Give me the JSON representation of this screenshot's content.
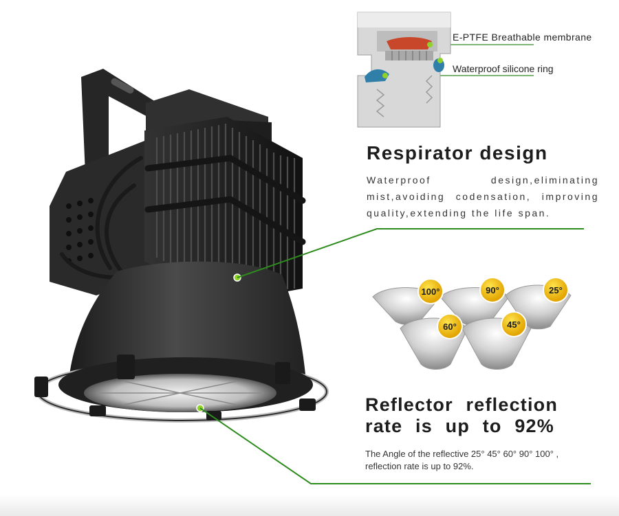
{
  "callouts": {
    "membrane_label": "E-PTFE Breathable membrane",
    "ring_label": "Waterproof silicone ring"
  },
  "respirator": {
    "title": "Respirator design",
    "body": "Waterproof design,eliminating mist,avoiding codensation, improving quality,extending the life span."
  },
  "reflector": {
    "title": "Reflector reflection rate is up to 92%",
    "body": "The Angle of the reflective 25° 45° 60° 90° 100° , reflection rate is up to 92%.",
    "angle_badges": [
      "100°",
      "90°",
      "25°",
      "60°",
      "45°"
    ]
  },
  "colors": {
    "accent_green": "#2e8b1e",
    "callout_dot": "#8fd32a",
    "badge_yellow": "#f4c100",
    "housing": "#2b2b2b"
  }
}
